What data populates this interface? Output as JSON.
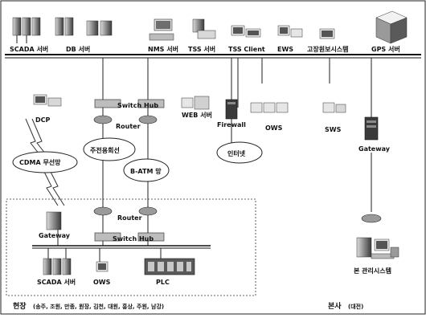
{
  "top_nodes": [
    {
      "id": "scada-server-top",
      "label": "SCADA 서버"
    },
    {
      "id": "db-server",
      "label": "DB 서버"
    },
    {
      "id": "nms-server",
      "label": "NMS 서버"
    },
    {
      "id": "tss-server",
      "label": "TSS 서버"
    },
    {
      "id": "tss-client",
      "label": "TSS Client"
    },
    {
      "id": "ews",
      "label": "EWS"
    },
    {
      "id": "alarm-system",
      "label": "고장원보시스템"
    },
    {
      "id": "gps-server",
      "label": "GPS 서버"
    }
  ],
  "hq_nodes": {
    "dcp": "DCP",
    "switch_hub_top": "Switch Hub",
    "router_top": "Router",
    "web_server": "WEB 서버",
    "firewall": "Firewall",
    "ows_top": "OWS",
    "sws": "SWS",
    "gateway_right": "Gateway"
  },
  "clouds": {
    "cdma": "CDMA 무선망",
    "dedicated_line": "주전용회선",
    "atm": "B-ATM 망",
    "internet": "인터넷"
  },
  "field_nodes": {
    "router_bottom": "Router",
    "gateway_left": "Gateway",
    "switch_hub_bottom": "Switch Hub",
    "scada_server_bottom": "SCADA 서버",
    "ows_bottom": "OWS",
    "plc": "PLC"
  },
  "monitor_system": "본 관리시스템",
  "footer": {
    "field": "현장",
    "field_sites": "(송주, 조원, 만종, 원장, 김천, 대원, 흥상, 주원, 남강)",
    "hq": "본사",
    "hq_sub": "(대전)"
  }
}
